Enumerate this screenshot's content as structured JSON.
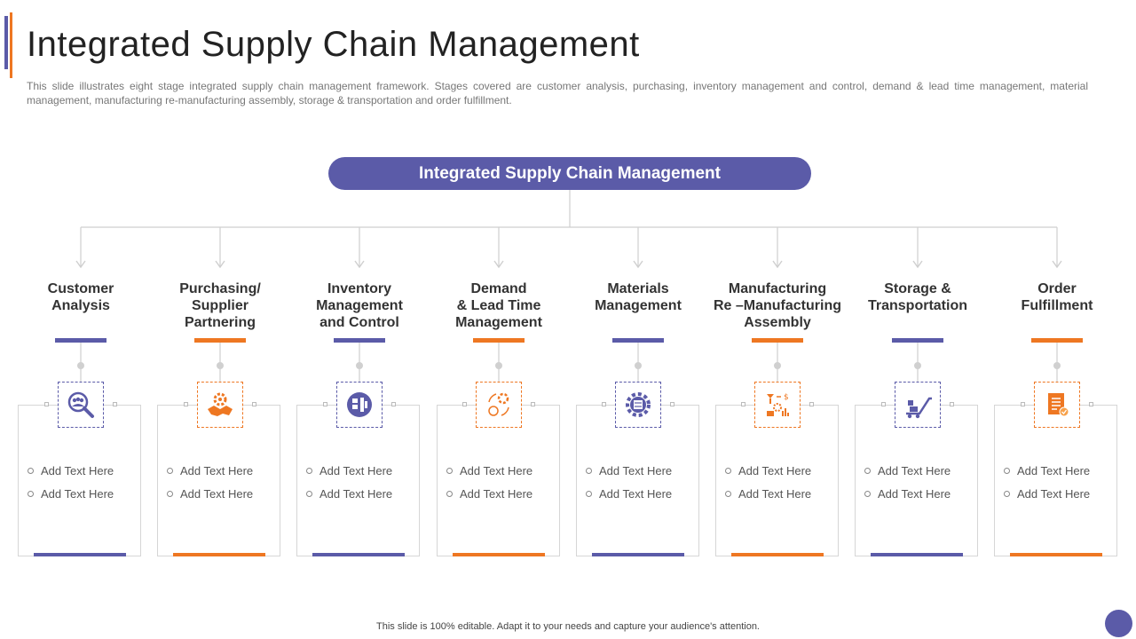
{
  "slide": {
    "title": "Integrated Supply Chain Management",
    "description": "This slide illustrates eight stage integrated supply chain management framework. Stages covered are customer analysis, purchasing, inventory management and control, demand & lead time management, material management, manufacturing re-manufacturing assembly, storage & transportation and order fulfillment.",
    "header_label": "Integrated Supply Chain Management",
    "footer": "This slide is 100% editable. Adapt it to your needs and capture your audience's attention."
  },
  "colors": {
    "purple": "#5b5ba8",
    "orange": "#ee7722",
    "connector": "#cfcfcf"
  },
  "stages": [
    {
      "title_lines": [
        "Customer",
        "Analysis"
      ],
      "accent": "purple",
      "icon": "magnifier-people-icon",
      "bullets": [
        "Add Text Here",
        "Add Text Here"
      ]
    },
    {
      "title_lines": [
        "Purchasing/",
        "Supplier",
        "Partnering"
      ],
      "accent": "orange",
      "icon": "handshake-gear-icon",
      "bullets": [
        "Add Text Here",
        "Add Text Here"
      ]
    },
    {
      "title_lines": [
        "Inventory",
        "Management",
        "and Control"
      ],
      "accent": "purple",
      "icon": "inventory-boxes-icon",
      "bullets": [
        "Add Text Here",
        "Add Text Here"
      ]
    },
    {
      "title_lines": [
        "Demand",
        "& Lead Time",
        "Management"
      ],
      "accent": "orange",
      "icon": "gears-cycle-icon",
      "bullets": [
        "Add Text Here",
        "Add Text Here"
      ]
    },
    {
      "title_lines": [
        "Materials",
        "Management"
      ],
      "accent": "purple",
      "icon": "gear-chip-icon",
      "bullets": [
        "Add Text Here",
        "Add Text Here"
      ]
    },
    {
      "title_lines": [
        "Manufacturing",
        "Re –Manufacturing",
        "Assembly"
      ],
      "accent": "orange",
      "icon": "assembly-flow-icon",
      "bullets": [
        "Add Text Here",
        "Add Text Here"
      ]
    },
    {
      "title_lines": [
        "Storage &",
        "Transportation"
      ],
      "accent": "purple",
      "icon": "hand-truck-icon",
      "bullets": [
        "Add Text Here",
        "Add Text Here"
      ]
    },
    {
      "title_lines": [
        "Order",
        "Fulfillment"
      ],
      "accent": "orange",
      "icon": "order-document-icon",
      "bullets": [
        "Add Text Here",
        "Add Text Here"
      ]
    }
  ]
}
